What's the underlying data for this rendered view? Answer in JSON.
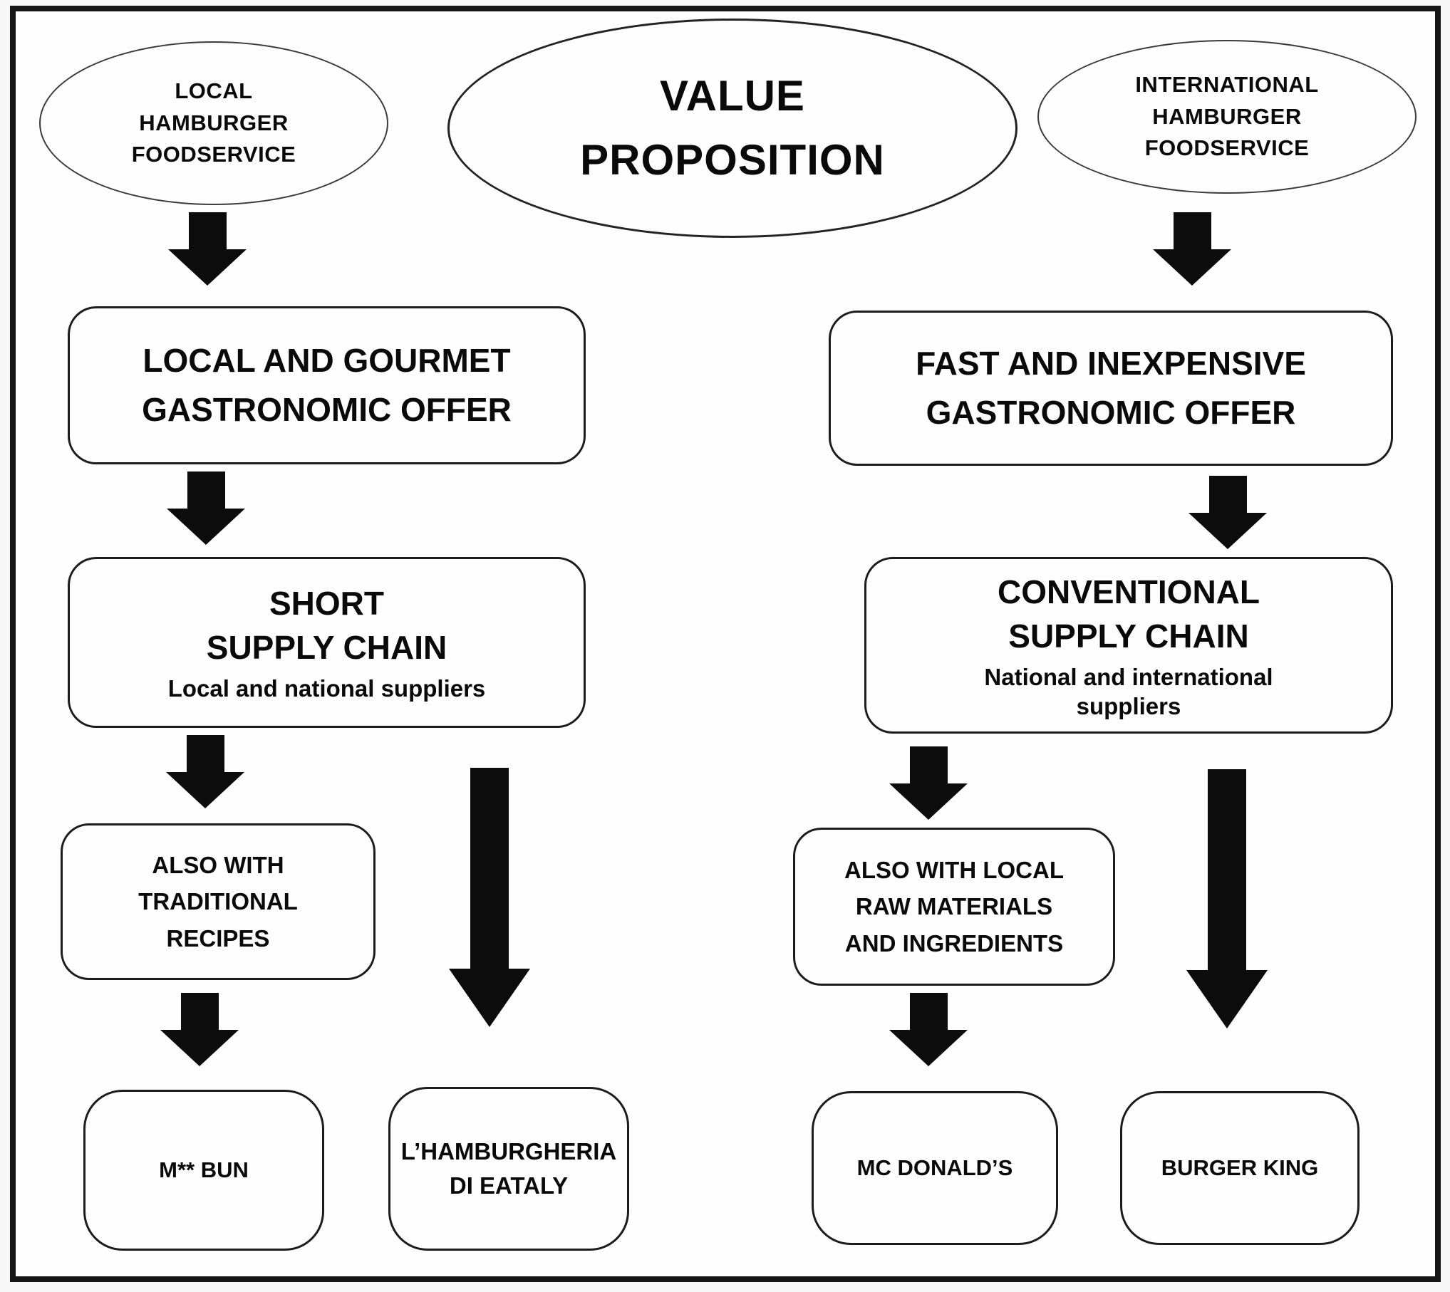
{
  "colors": {
    "ink": "#0c0c0c",
    "paper": "#fdfdfd",
    "frame_border": "#161616"
  },
  "nodes": {
    "local_foodservice": "LOCAL\nHAMBURGER\nFOODSERVICE",
    "value_proposition": "VALUE\nPROPOSITION",
    "international_foodservice": "INTERNATIONAL\nHAMBURGER\nFOODSERVICE",
    "local_gourmet_offer": "LOCAL AND GOURMET\nGASTRONOMIC OFFER",
    "fast_inexpensive_offer": "FAST AND INEXPENSIVE\nGASTRONOMIC OFFER",
    "short_supply_chain": {
      "title": "SHORT\nSUPPLY CHAIN",
      "subtitle": "Local and national suppliers"
    },
    "conventional_supply_chain": {
      "title": "CONVENTIONAL\nSUPPLY CHAIN",
      "subtitle": "National and international\nsuppliers"
    },
    "traditional_recipes": "ALSO WITH\nTRADITIONAL\nRECIPES",
    "local_raw_materials": "ALSO WITH LOCAL\nRAW MATERIALS\nAND INGREDIENTS",
    "m_bun": "M** BUN",
    "hamburgheria_eataly": "L’HAMBURGHERIA\nDI EATALY",
    "mc_donalds": "MC DONALD’S",
    "burger_king": "BURGER KING"
  }
}
